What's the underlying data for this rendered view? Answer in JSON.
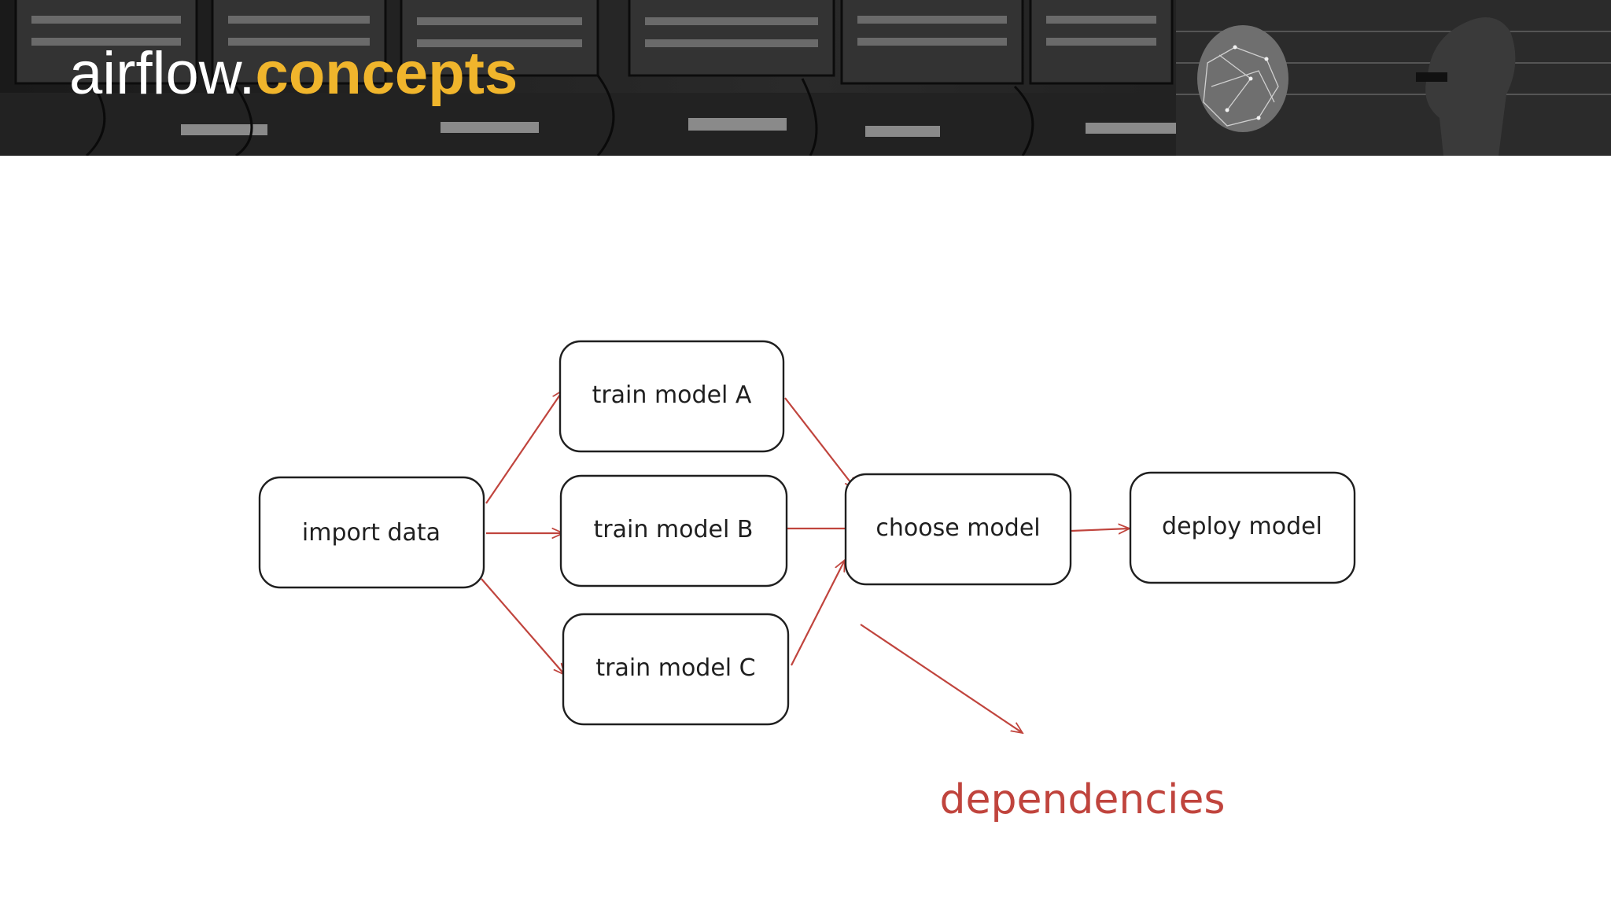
{
  "header": {
    "title_prefix": "airflow.",
    "title_accent": "concepts"
  },
  "colors": {
    "banner_bg": "#141414",
    "title_text": "#ffffff",
    "accent": "#f0b52c",
    "arrow": "#c0443d",
    "node_stroke": "#1f1f1f"
  },
  "diagram": {
    "nodes": {
      "import": "import data",
      "train_a": "train model A",
      "train_b": "train model B",
      "train_c": "train model C",
      "choose": "choose model",
      "deploy": "deploy model"
    },
    "annotation": "dependencies"
  }
}
